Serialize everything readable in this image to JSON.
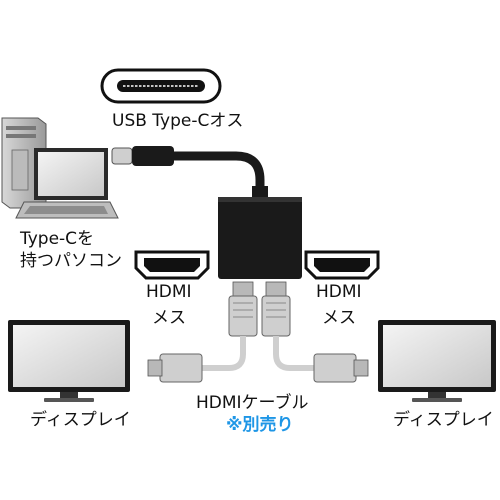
{
  "labels": {
    "usb_c_male": "USB Type-Cオス",
    "pc_line1": "Type-Cを",
    "pc_line2": "持つパソコン",
    "hdmi_left_line1": "HDMI",
    "hdmi_left_line2": "メス",
    "hdmi_right_line1": "HDMI",
    "hdmi_right_line2": "メス",
    "display_left": "ディスプレイ",
    "display_right": "ディスプレイ",
    "hdmi_cable": "HDMIケーブル",
    "sold_separately": "※別売り"
  },
  "colors": {
    "device": "#1a1a1a",
    "cable_gray": "#cfcfcf",
    "note_blue": "#1e96e6"
  }
}
